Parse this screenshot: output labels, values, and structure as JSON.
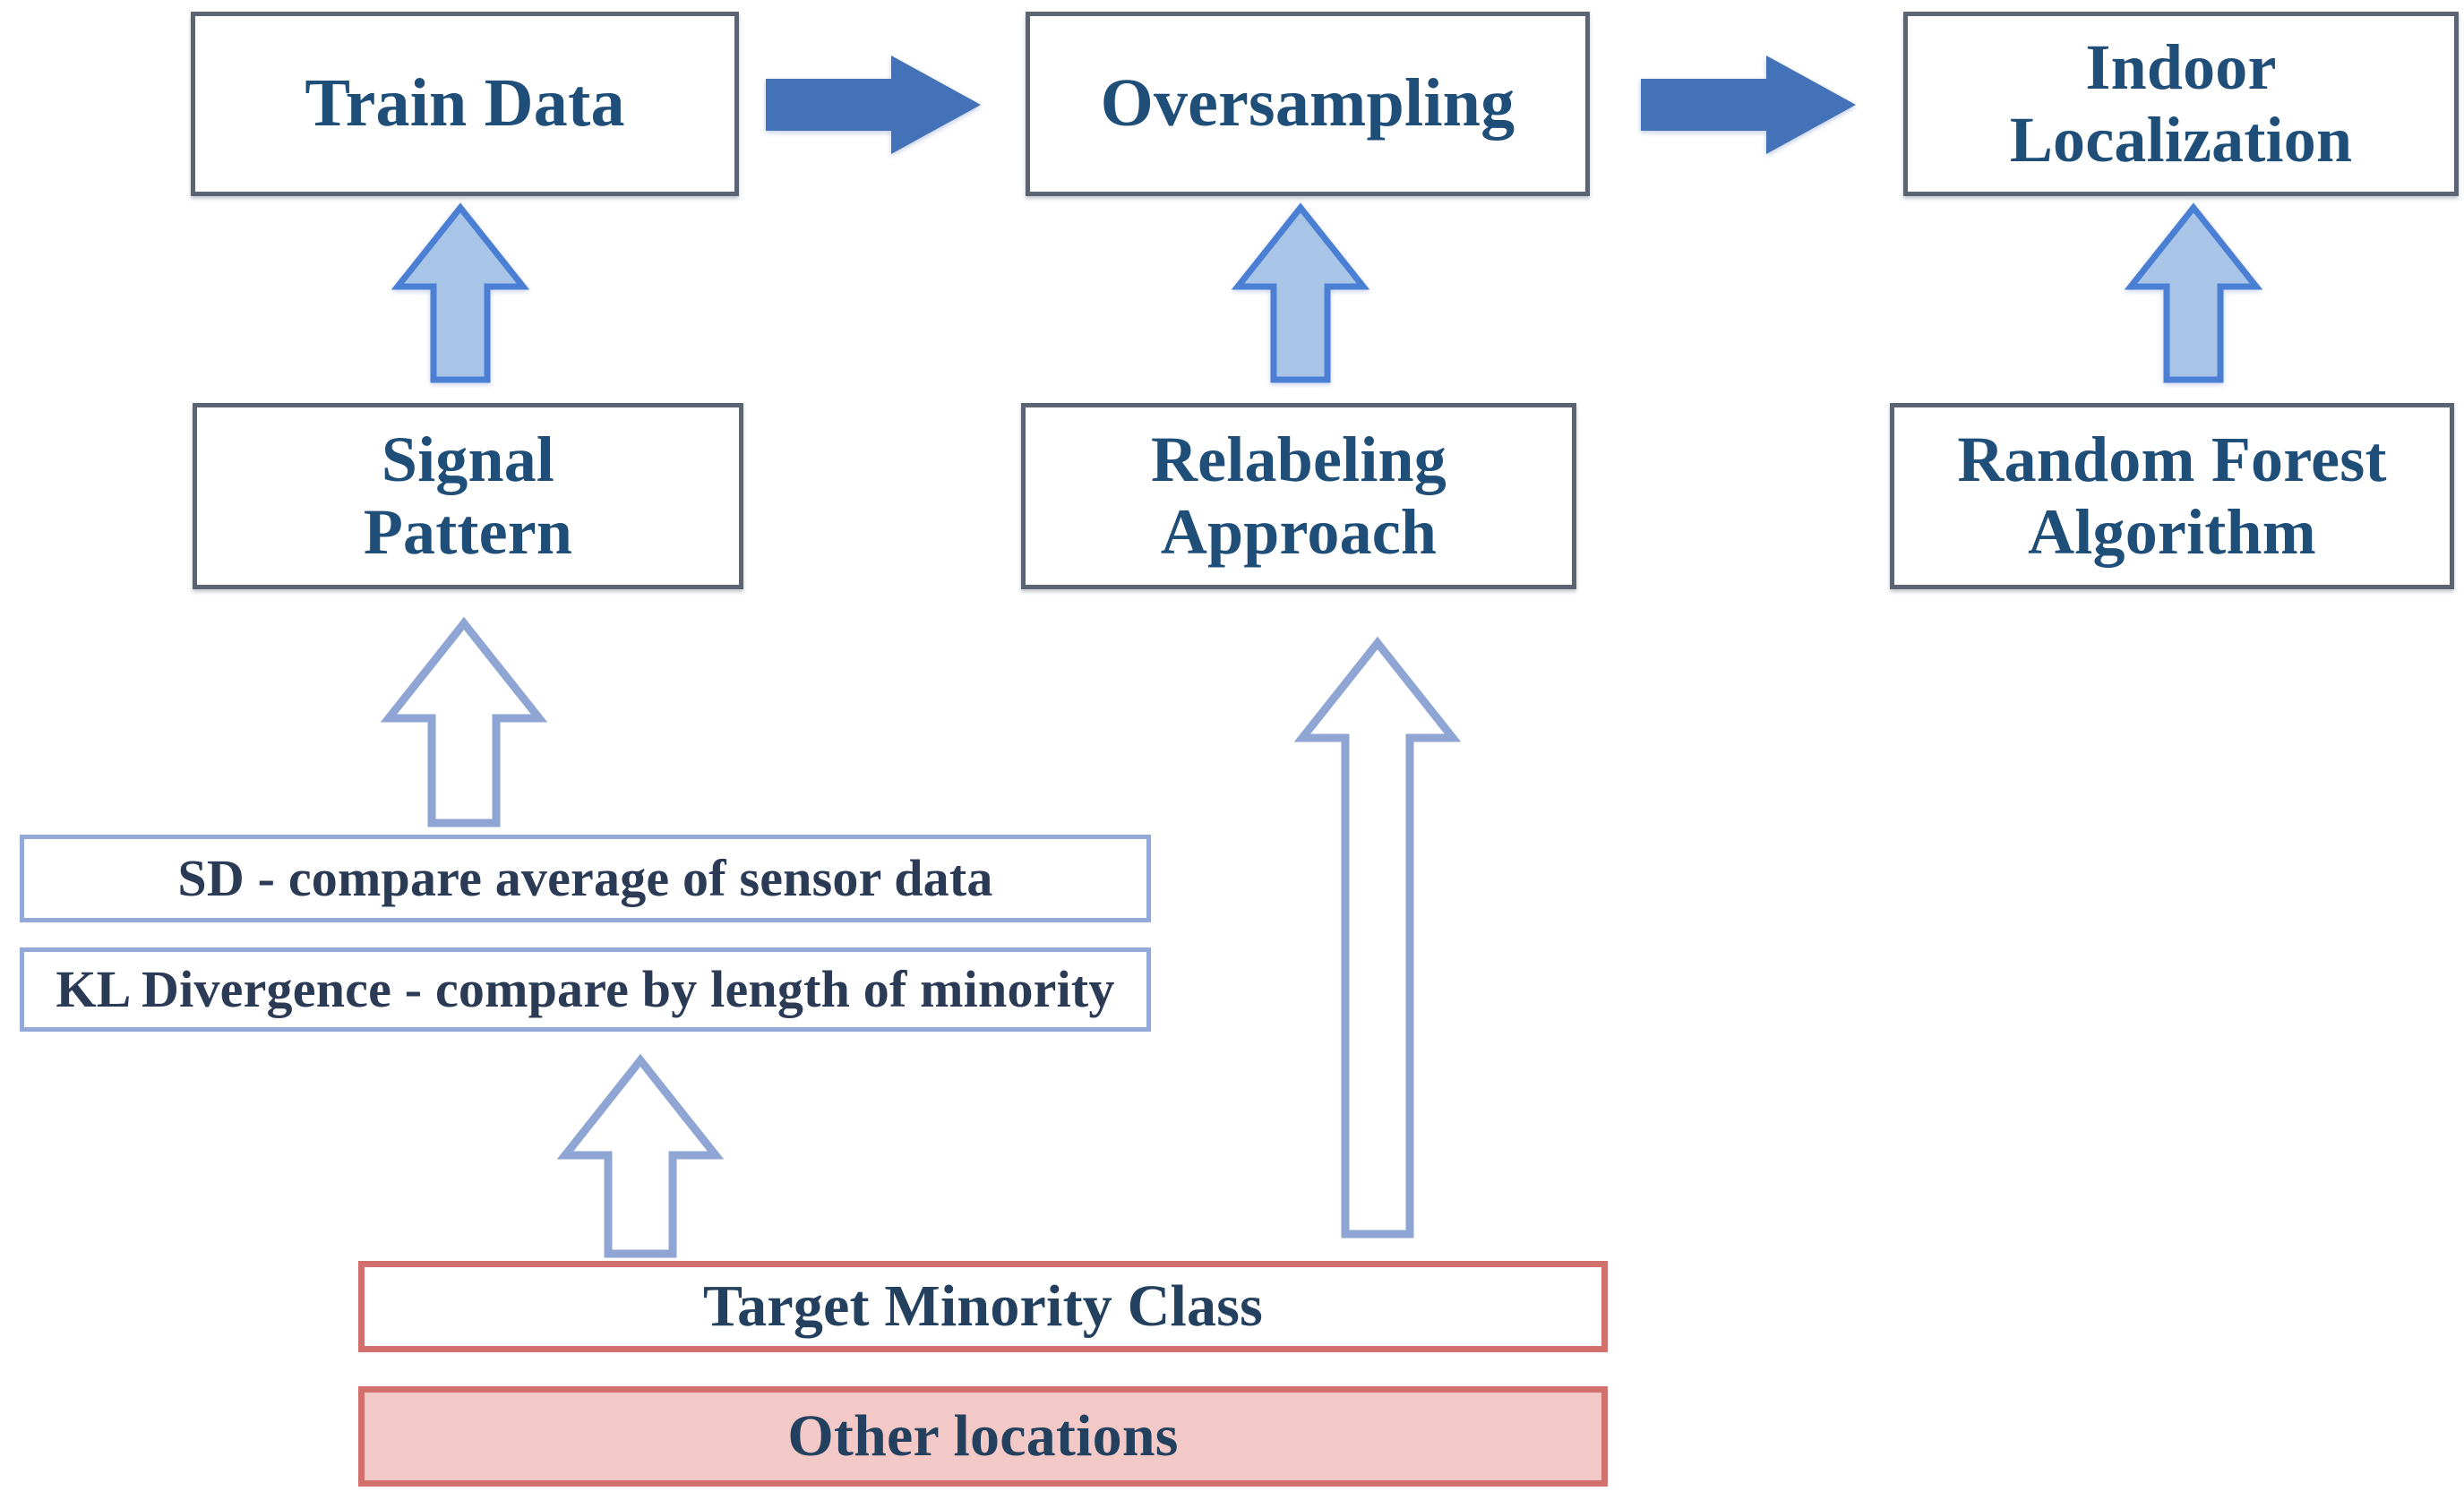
{
  "diagram": {
    "title": "Indoor localization oversampling pipeline",
    "colors": {
      "box_text": "#1F4E79",
      "process_border": "#5A6472",
      "criteria_border": "#95A9D8",
      "class_border": "#D2706E",
      "class_fill": "#F3C9C8",
      "solid_arrow": "#4472B8",
      "filled_up_arrow_fill": "#A8C5E8",
      "filled_up_arrow_border": "#4A7FD4",
      "outline_arrow_border": "#8FA5D4",
      "background": "#FFFFFF"
    },
    "pipeline_row": [
      {
        "id": "train-data",
        "label": "Train Data"
      },
      {
        "id": "oversampling",
        "label": "Oversampling"
      },
      {
        "id": "indoor-localization",
        "label_line1": "Indoor",
        "label_line2": "Localization"
      }
    ],
    "method_row": [
      {
        "id": "signal-pattern",
        "label_line1": "Signal",
        "label_line2": "Pattern"
      },
      {
        "id": "relabeling-approach",
        "label_line1": "Relabeling",
        "label_line2": "Approach"
      },
      {
        "id": "random-forest",
        "label_line1": "Random Forest",
        "label_line2": "Algorithm"
      }
    ],
    "criteria_row": [
      {
        "id": "sd-criterion",
        "label": "SD - compare average of sensor data"
      },
      {
        "id": "kl-criterion",
        "label": "KL Divergence - compare by length of minority"
      }
    ],
    "class_row": [
      {
        "id": "target-minority-class",
        "label": "Target Minority Class",
        "filled": false
      },
      {
        "id": "other-locations",
        "label": "Other locations",
        "filled": true
      }
    ],
    "connectors": [
      {
        "id": "train-to-oversampling",
        "style": "solid-right"
      },
      {
        "id": "oversampling-to-indoor",
        "style": "solid-right"
      },
      {
        "id": "signal-pattern-to-train-data",
        "style": "filled-up"
      },
      {
        "id": "relabeling-to-oversampling",
        "style": "filled-up"
      },
      {
        "id": "random-forest-to-indoor",
        "style": "filled-up"
      },
      {
        "id": "criteria-to-signal-pattern",
        "style": "outline-up"
      },
      {
        "id": "target-class-to-criteria",
        "style": "outline-up"
      },
      {
        "id": "target-class-to-relabeling",
        "style": "outline-up-tall"
      }
    ]
  }
}
